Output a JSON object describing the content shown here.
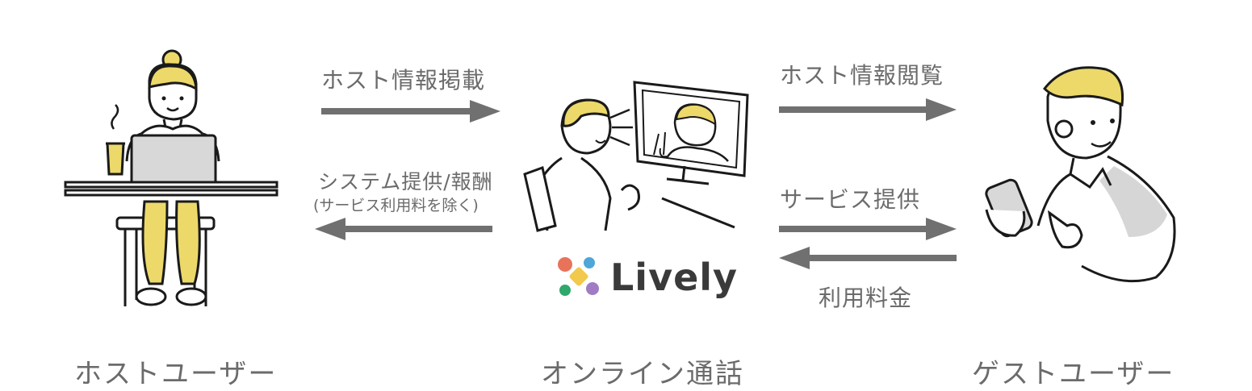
{
  "flow": {
    "host_to_platform": "ホスト情報掲載",
    "platform_to_host": "システム提供/報酬",
    "platform_to_host_note": "(サービス利用料を除く)",
    "platform_to_guest_info": "ホスト情報閲覧",
    "platform_to_guest_service": "サービス提供",
    "guest_to_platform": "利用料金"
  },
  "roles": {
    "host": "ホストユーザー",
    "platform": "オンライン通話",
    "guest": "ゲストユーザー"
  },
  "logo": {
    "text": "Lively",
    "colors": [
      "#e8735a",
      "#4fa6d8",
      "#f2c94c",
      "#2ea86b",
      "#a07cc5"
    ]
  },
  "colors": {
    "arrow": "#707070",
    "accent_yellow": "#ecd96a",
    "line": "#1a1a1a",
    "label": "#6b6b6b"
  }
}
